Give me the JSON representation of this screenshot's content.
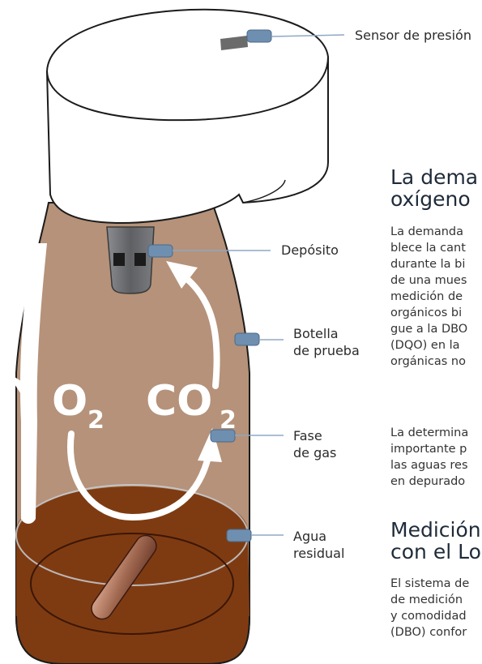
{
  "labels": {
    "sensor": "Sensor de presión",
    "deposito": "Depósito",
    "botella_1": "Botella",
    "botella_2": "de prueba",
    "fase_1": "Fase",
    "fase_2": "de gas",
    "agua_1": "Agua",
    "agua_2": "residual"
  },
  "molecules": {
    "o2_main": "O",
    "o2_sub": "2",
    "co2_main": "CO",
    "co2_sub": "2"
  },
  "article": {
    "heading1": [
      "La dema",
      "oxígeno"
    ],
    "para1": [
      "La demanda",
      "blece la cant",
      "durante la bi",
      "de una mues",
      "medición de",
      "orgánicos bi",
      "gue a la DBO",
      "(DQO) en la",
      "orgánicas no"
    ],
    "para2": [
      "La determina",
      "importante p",
      "las aguas res",
      "en depurado"
    ],
    "heading2": [
      "Medición",
      "con el Lo"
    ],
    "para3": [
      "El sistema de",
      "de medición",
      "y comodidad",
      "(DBO) confor"
    ]
  },
  "colors": {
    "bottle": "#b59279",
    "water": "#7e3b12",
    "cap": "#ffffff",
    "tube": "#6e7074",
    "marker": "#6f8fb0",
    "arrow": "#ffffff",
    "leader": "#8fa8c4"
  },
  "icons": [
    "pressure-sensor-icon",
    "stir-bar-icon"
  ]
}
